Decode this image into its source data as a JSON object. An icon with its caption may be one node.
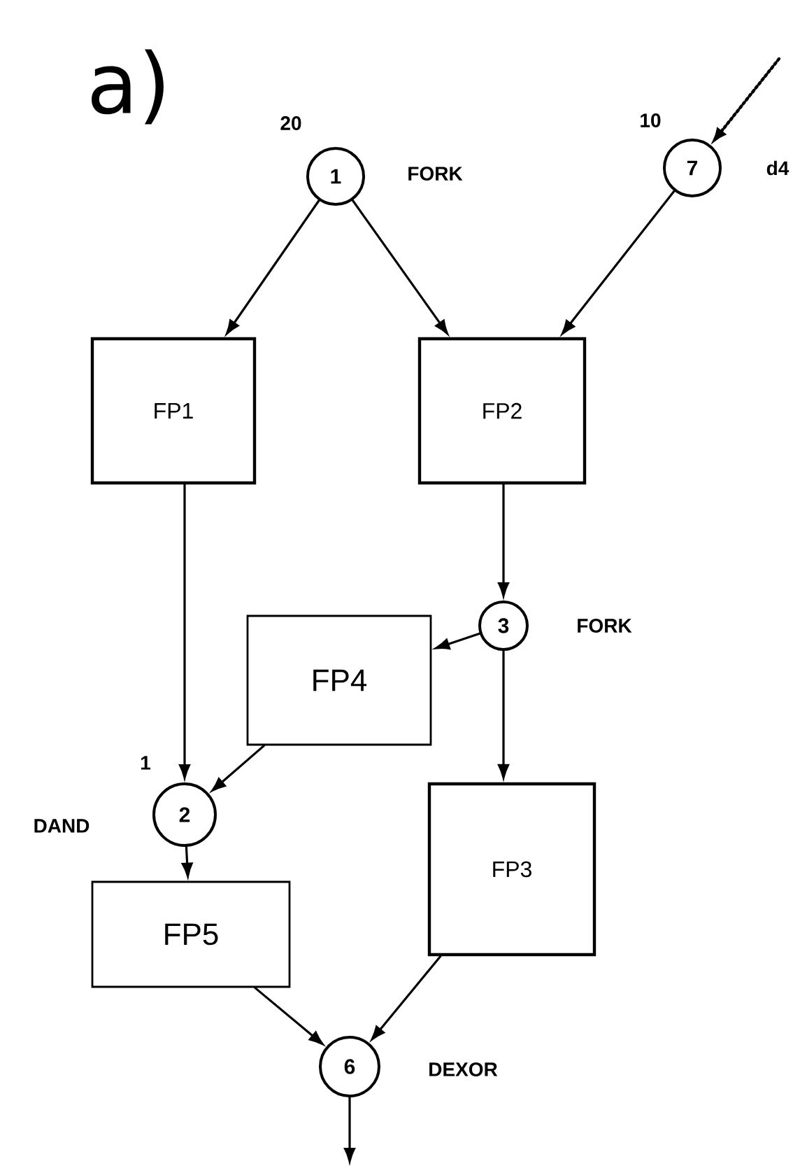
{
  "diagram": {
    "nodes": [
      {
        "text": [
          "1"
        ],
        "beside": [
          "20",
          "FORK"
        ]
      },
      {
        "text": [
          "7"
        ],
        "beside": [
          "10",
          "d4"
        ]
      },
      {
        "text": [
          "FP1"
        ]
      },
      {
        "text": [
          "FP2"
        ]
      },
      {
        "text": [
          "3"
        ],
        "beside": [
          "FORK"
        ]
      },
      {
        "text": [
          "FP4"
        ]
      },
      {
        "text": [
          "2"
        ],
        "beside": [
          "1",
          "DAND"
        ]
      },
      {
        "text": [
          "FP3"
        ]
      },
      {
        "text": [
          "FP5"
        ]
      },
      {
        "text": [
          "6"
        ],
        "beside": [
          "DEXOR"
        ]
      }
    ],
    "edges": [
      {
        "from": 0,
        "to": 2,
        "arrow": "to"
      },
      {
        "from": 0,
        "to": 3,
        "arrow": "to"
      },
      {
        "from": null,
        "to": 1,
        "arrow": "to",
        "style": "dashed"
      },
      {
        "from": 1,
        "to": 3,
        "arrow": "to"
      },
      {
        "from": 3,
        "to": 4,
        "arrow": "to"
      },
      {
        "from": 4,
        "to": 5,
        "arrow": "to"
      },
      {
        "from": 4,
        "to": 7,
        "arrow": "to"
      },
      {
        "from": 2,
        "to": 6,
        "arrow": "to"
      },
      {
        "from": 5,
        "to": 6,
        "arrow": "to"
      },
      {
        "from": 6,
        "to": 8,
        "arrow": "to"
      },
      {
        "from": 8,
        "to": 9,
        "arrow": "to"
      },
      {
        "from": 7,
        "to": 9,
        "arrow": "to"
      },
      {
        "from": 9,
        "to": null,
        "arrow": "to"
      }
    ],
    "labels": [
      "a)"
    ]
  }
}
